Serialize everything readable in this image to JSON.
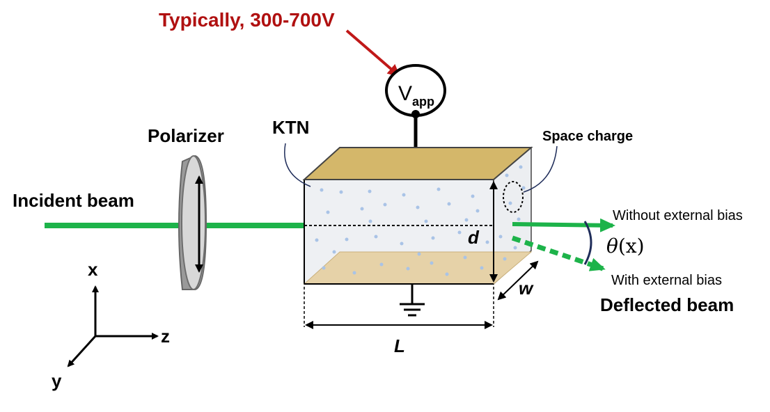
{
  "labels": {
    "voltage_note": "Typically, 300-700V",
    "vapp_main": "V",
    "vapp_sub": "app",
    "polarizer": "Polarizer",
    "ktn": "KTN",
    "space_charge": "Space charge",
    "incident_beam": "Incident beam",
    "without_bias": "Without external bias",
    "with_bias": "With external bias",
    "deflected_beam": "Deflected beam",
    "theta_symbol": "θ",
    "theta_arg": "(x)",
    "dim_d": "d",
    "dim_w": "w",
    "dim_L": "L",
    "axis_x": "x",
    "axis_y": "y",
    "axis_z": "z"
  },
  "colors": {
    "beam": "#1db34a",
    "voltage_note": "#b01010",
    "electrode": "#d4b76a",
    "electrode_bottom": "#e6d2a8",
    "crystal_face": "#eef0f3",
    "polarizer": "#9a9a9a",
    "space_charge_dots": "#a9c3e6",
    "angle_arc": "#1f2d5a"
  }
}
